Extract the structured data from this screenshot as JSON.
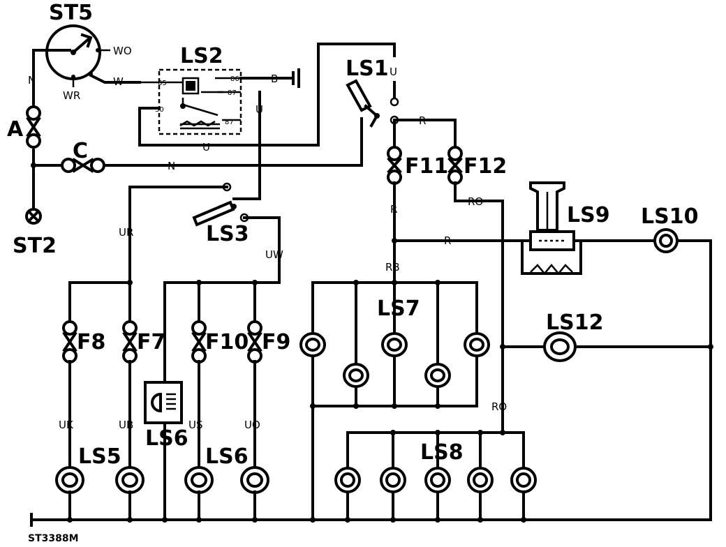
{
  "components": {
    "st5": "ST5",
    "ls2": "LS2",
    "ls1": "LS1",
    "a": "A",
    "c": "C",
    "st2": "ST2",
    "ls3": "LS3",
    "f11": "F11",
    "f12": "F12",
    "ls9": "LS9",
    "ls10": "LS10",
    "ls7": "LS7",
    "ls12": "LS12",
    "f8": "F8",
    "f7": "F7",
    "f10": "F10",
    "f9": "F9",
    "ls6a": "LS6",
    "ls5": "LS5",
    "ls6b": "LS6",
    "ls8": "LS8"
  },
  "wires": {
    "n_top": "N",
    "wo": "WO",
    "w": "W",
    "wr": "WR",
    "b": "B",
    "u_ls1": "U",
    "u_ls2": "U",
    "u_loop": "U",
    "n_mid": "N",
    "r_top": "R",
    "r_f11": "R",
    "ro_f12": "RO",
    "r_mid": "R",
    "rb": "RB",
    "ur": "UR",
    "uw": "UW",
    "uk": "UK",
    "ub": "UB",
    "us": "US",
    "uo": "UO",
    "ro_low": "RO"
  },
  "terminals": {
    "t85": "85",
    "t86": "86",
    "t87": "87",
    "t30": "30",
    "t87b": "87"
  },
  "figure_ref": "ST3388M"
}
